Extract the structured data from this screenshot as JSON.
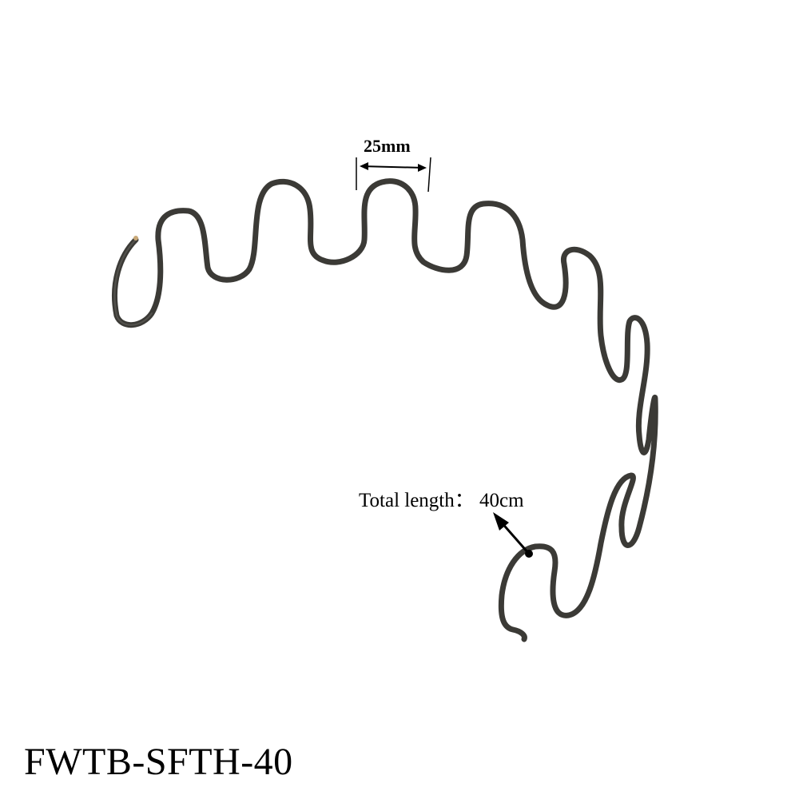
{
  "product": {
    "model_code": "FWTB-SFTH-40",
    "wire_color": "#3b3a36"
  },
  "annotations": {
    "pitch_label": "25mm",
    "length_label": "Total length： 40cm"
  }
}
